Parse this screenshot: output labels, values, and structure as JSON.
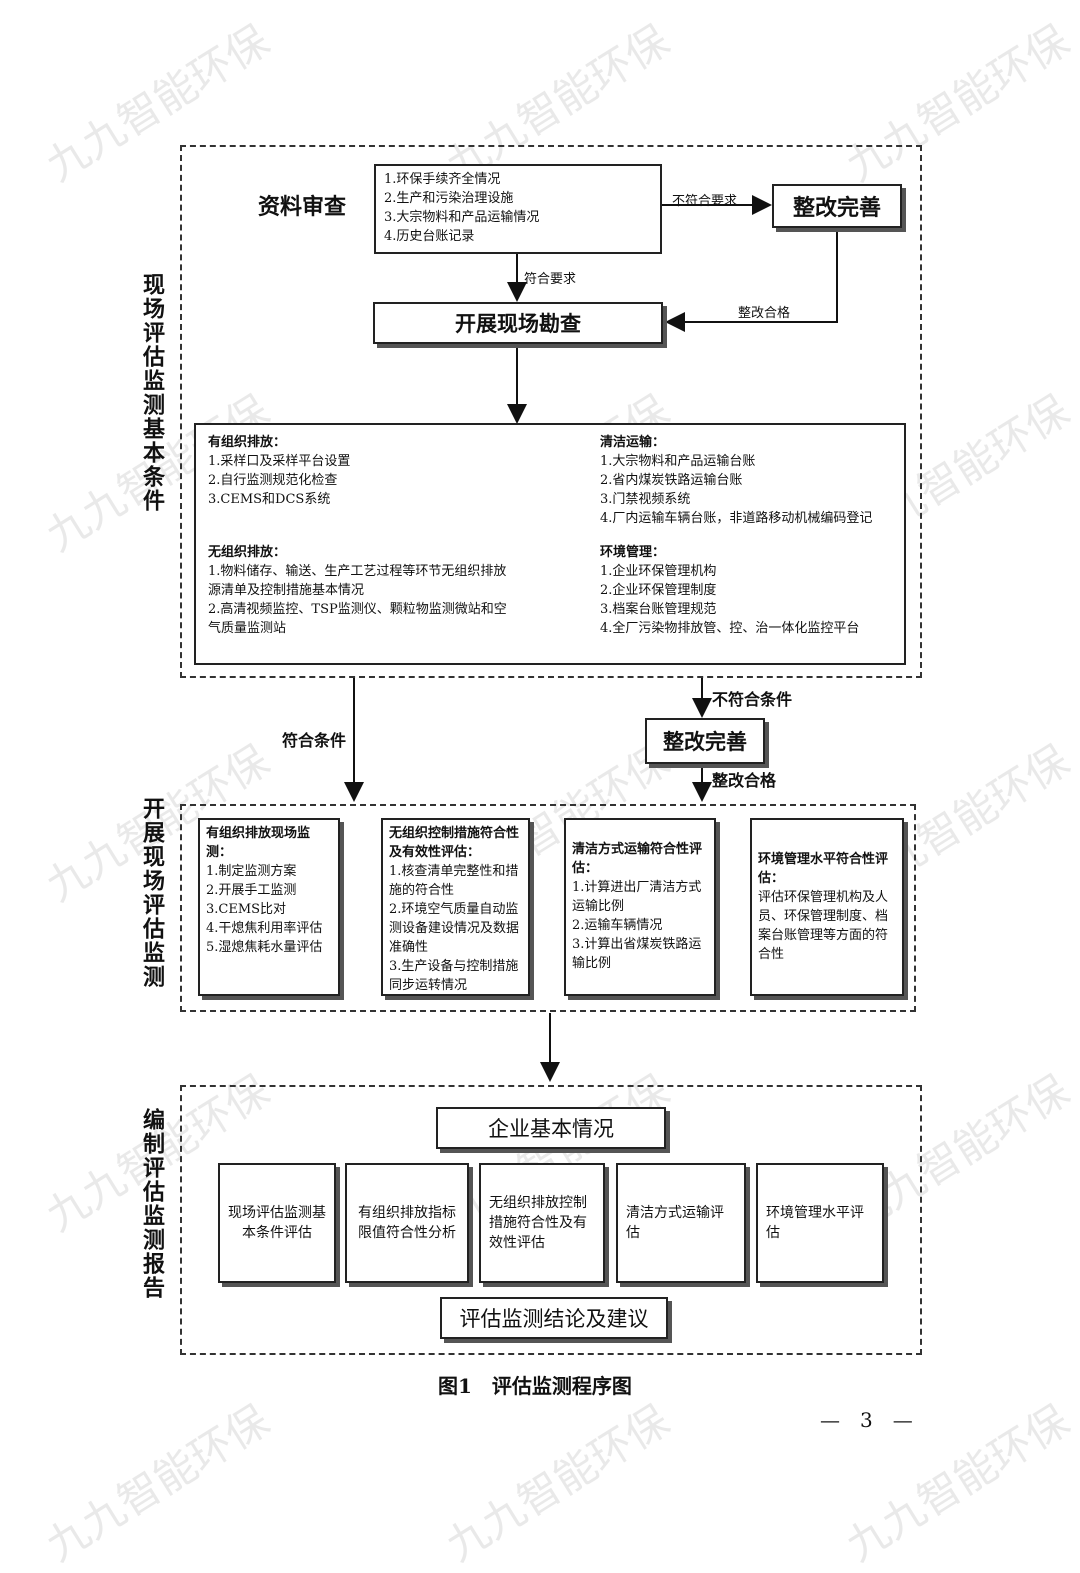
{
  "stage1": {
    "label": "现场评估监测基本条件",
    "review": {
      "title": "资料审查",
      "items": [
        "1.环保手续齐全情况",
        "2.生产和污染治理设施",
        "3.大宗物料和产品运输情况",
        "4.历史台账记录"
      ]
    },
    "fail_label": "不符合要求",
    "rectify": "整改完善",
    "pass_label": "符合要求",
    "rectify_pass": "整改合格",
    "site_survey": "开展现场勘查",
    "conditions": {
      "organized": {
        "title": "有组织排放：",
        "items": [
          "1.采样口及采样平台设置",
          "2.自行监测规范化检查",
          "3.CEMS和DCS系统"
        ]
      },
      "clean_transport": {
        "title": "清洁运输：",
        "items": [
          "1.大宗物料和产品运输台账",
          "2.省内煤炭铁路运输台账",
          "3.门禁视频系统",
          "4.厂内运输车辆台账，非道路移动机械编码登记"
        ]
      },
      "unorganized": {
        "title": "无组织排放：",
        "items": [
          "1.物料储存、输送、生产工艺过程等环节无组织排放源清单及控制措施基本情况",
          "2.高清视频监控、TSP监测仪、颗粒物监测微站和空气质量监测站"
        ]
      },
      "env_management": {
        "title": "环境管理：",
        "items": [
          "1.企业环保管理机构",
          "2.企业环保管理制度",
          "3.档案台账管理规范",
          "4.全厂污染物排放管、控、治一体化监控平台"
        ]
      }
    }
  },
  "transition": {
    "meet": "符合条件",
    "not_meet": "不符合条件",
    "rectify": "整改完善",
    "rectify_pass": "整改合格"
  },
  "stage2": {
    "label": "开展现场评估监测",
    "boxes": [
      {
        "title": "有组织排放现场监测：",
        "items": [
          "1.制定监测方案",
          "2.开展手工监测",
          "3.CEMS比对",
          "4.干熄焦利用率评估",
          "5.湿熄焦耗水量评估"
        ]
      },
      {
        "title": "无组织控制措施符合性及有效性评估：",
        "items": [
          "1.核查清单完整性和措施的符合性",
          "2.环境空气质量自动监测设备建设情况及数据准确性",
          "3.生产设备与控制措施同步运转情况"
        ]
      },
      {
        "title": "清洁方式运输符合性评估：",
        "items": [
          "1.计算进出厂清洁方式运输比例",
          "2.运输车辆情况",
          "3.计算出省煤炭铁路运输比例"
        ]
      },
      {
        "title": "环境管理水平符合性评估：",
        "items": [
          "评估环保管理机构及人员、环保管理制度、档案台账管理等方面的符合性"
        ]
      }
    ]
  },
  "stage3": {
    "label": "编制评估监测报告",
    "top": "企业基本情况",
    "boxes": [
      "现场评估监测基本条件评估",
      "有组织排放指标限值符合性分析",
      "无组织排放控制措施符合性及有效性评估",
      "清洁方式运输评估",
      "环境管理水平评估"
    ],
    "bottom": "评估监测结论及建议"
  },
  "caption": "图1　评估监测程序图",
  "page_number": "—　3　—",
  "watermark": "九九智能环保"
}
